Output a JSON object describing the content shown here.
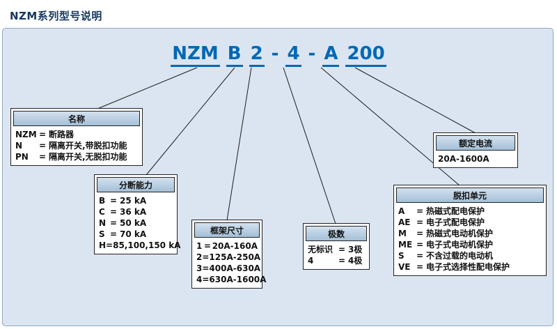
{
  "page": {
    "title": "NZM系列型号说明"
  },
  "model_number": {
    "name": "NZM",
    "breaking": "B",
    "frame": "2",
    "dash1": "-",
    "poles": "4",
    "dash2": "-",
    "trip": "A",
    "current": "200"
  },
  "symbols": {
    "eq": "="
  },
  "boxes": {
    "name": {
      "header": "名称",
      "rows": [
        {
          "code": "NZM",
          "desc": "断路器"
        },
        {
          "code": "N",
          "desc": "隔离开关,带脱扣功能"
        },
        {
          "code": "PN",
          "desc": "隔离开关,无脱扣功能"
        }
      ]
    },
    "breaking_capacity": {
      "header": "分断能力",
      "rows": [
        {
          "code": "B",
          "desc": "25 kA"
        },
        {
          "code": "C",
          "desc": "36 kA"
        },
        {
          "code": "N",
          "desc": "50 kA"
        },
        {
          "code": "S",
          "desc": "70 kA"
        },
        {
          "code": "H",
          "desc": "85,100,150 kA"
        }
      ]
    },
    "frame_size": {
      "header": "框架尺寸",
      "rows": [
        {
          "code": "1",
          "desc": "20A-160A"
        },
        {
          "code": "2",
          "desc": "125A-250A"
        },
        {
          "code": "3",
          "desc": "400A-630A"
        },
        {
          "code": "4",
          "desc": "630A-1600A"
        }
      ]
    },
    "poles": {
      "header": "极数",
      "rows": [
        {
          "code": "无标识",
          "desc": "3极"
        },
        {
          "code": "4",
          "desc": "4极"
        }
      ]
    },
    "trip_unit": {
      "header": "脱扣单元",
      "rows": [
        {
          "code": "A",
          "desc": "热磁式配电保护"
        },
        {
          "code": "AE",
          "desc": "电子式配电保护"
        },
        {
          "code": "M",
          "desc": "热磁式电动机保护"
        },
        {
          "code": "ME",
          "desc": "电子式电动机保护"
        },
        {
          "code": "S",
          "desc": "不含过载的电动机"
        },
        {
          "code": "VE",
          "desc": "电子式选择性配电保护"
        }
      ]
    },
    "rated_current": {
      "header": "额定电流",
      "value": "20A-1600A"
    }
  },
  "colors": {
    "accent_blue": "#0068b5",
    "title_navy": "#17365d",
    "panel_bg": "#dbe5f1",
    "header_fill": "#a3bfd7"
  }
}
